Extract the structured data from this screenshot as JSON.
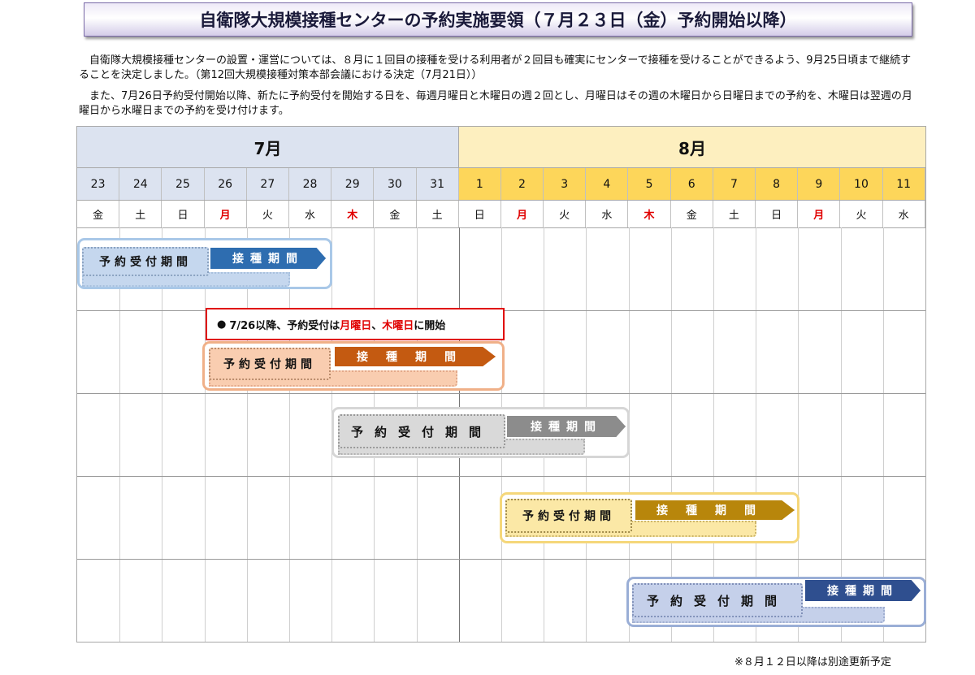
{
  "title": "自衛隊大規模接種センターの予約実施要領（７月２３日（金）予約開始以降）",
  "paragraphs": {
    "p1": "自衛隊大規模接種センターの設置・運営については、８月に１回目の接種を受ける利用者が２回目も確実にセンターで接種を受けることができるよう、9月25日頃まで継続することを決定しました。（第12回大規模接種対策本部会議における決定（7月21日））",
    "p2": "また、7月26日予約受付開始以降、新たに予約受付を開始する日を、毎週月曜日と木曜日の週２回とし、月曜日はその週の木曜日から日曜日までの予約を、木曜日は翌週の月曜日から水曜日までの予約を受け付けます。"
  },
  "months": {
    "jul": "7月",
    "aug": "8月"
  },
  "days": [
    {
      "d": "23",
      "w": "金",
      "m": "jul",
      "red": false
    },
    {
      "d": "24",
      "w": "土",
      "m": "jul",
      "red": false
    },
    {
      "d": "25",
      "w": "日",
      "m": "jul",
      "red": false
    },
    {
      "d": "26",
      "w": "月",
      "m": "jul",
      "red": true
    },
    {
      "d": "27",
      "w": "火",
      "m": "jul",
      "red": false
    },
    {
      "d": "28",
      "w": "水",
      "m": "jul",
      "red": false
    },
    {
      "d": "29",
      "w": "木",
      "m": "jul",
      "red": true
    },
    {
      "d": "30",
      "w": "金",
      "m": "jul",
      "red": false
    },
    {
      "d": "31",
      "w": "土",
      "m": "jul",
      "red": false
    },
    {
      "d": "1",
      "w": "日",
      "m": "aug",
      "red": false
    },
    {
      "d": "2",
      "w": "月",
      "m": "aug",
      "red": true
    },
    {
      "d": "3",
      "w": "火",
      "m": "aug",
      "red": false
    },
    {
      "d": "4",
      "w": "水",
      "m": "aug",
      "red": false
    },
    {
      "d": "5",
      "w": "木",
      "m": "aug",
      "red": true
    },
    {
      "d": "6",
      "w": "金",
      "m": "aug",
      "red": false
    },
    {
      "d": "7",
      "w": "土",
      "m": "aug",
      "red": false
    },
    {
      "d": "8",
      "w": "日",
      "m": "aug",
      "red": false
    },
    {
      "d": "9",
      "w": "月",
      "m": "aug",
      "red": true
    },
    {
      "d": "10",
      "w": "火",
      "m": "aug",
      "red": false
    },
    {
      "d": "11",
      "w": "水",
      "m": "aug",
      "red": false
    }
  ],
  "labels": {
    "reception": "予約受付期間",
    "vaccination": "接種期間"
  },
  "note": {
    "bullet": "●",
    "prefix": "7/26以降、予約受付は",
    "mon": "月曜日",
    "sep": "、",
    "thu": "木曜日",
    "suffix": "に開始"
  },
  "footnote": "※８月１２日以降は別途更新予定",
  "colors": {
    "blue": "#2e6db0",
    "orange": "#c45a11",
    "gray": "#8c8c8c",
    "gold": "#b8860b",
    "navy": "#2f4f8f",
    "red": "#e00000"
  }
}
